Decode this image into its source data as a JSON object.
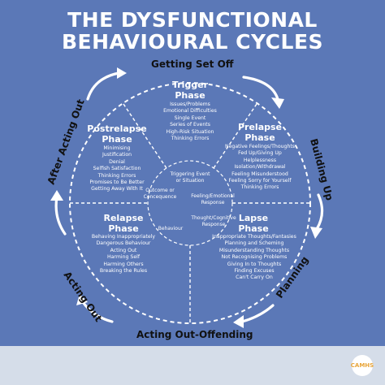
{
  "title": {
    "line1": "THE DYSFUNCTIONAL",
    "line2": "BEHAVIOURAL CYCLES"
  },
  "stages": {
    "top": "Getting Set Off",
    "right_top": "Building Up",
    "right_bottom": "Planning",
    "bottom": "Acting Out-Offending",
    "left_bottom": "Acting Out",
    "left_top": "After Acting Out"
  },
  "phases": {
    "trigger": {
      "title": "Trigger\nPhase",
      "items": [
        "Issues/Problems",
        "Emotional Difficulties",
        "Single Event",
        "Series of Events",
        "High-Risk Situation",
        "Thinking Errors"
      ]
    },
    "prelapse": {
      "title": "Prelapse\nPhase",
      "items": [
        "Negative Feelings/Thoughts",
        "Fed Up/Giving Up",
        "Helplessness",
        "Isolation/Withdrawal",
        "Feeling Misunderstood",
        "Feeling Sorry for Yourself",
        "Thinking Errors"
      ]
    },
    "postrelapse": {
      "title": "Postrelapse\nPhase",
      "items": [
        "Minimising",
        "Justification",
        "Denial",
        "Selfish Satisfaction",
        "Thinking Errors",
        "Promises to Be Better",
        "Getting Away With It"
      ]
    },
    "relapse": {
      "title": "Relapse\nPhase",
      "items": [
        "Behaving Inappropriately",
        "Dangerous Behaviour",
        "Acting Out",
        "Harming Self",
        "Harming Others",
        "Breaking the Rules"
      ]
    },
    "lapse": {
      "title": "Lapse\nPhase",
      "items": [
        "Inappropriate Thoughts/Fantasies",
        "Planning and Scheming",
        "Misunderstanding Thoughts",
        "Not Recognising Problems",
        "Giving In to Thoughts",
        "Finding Excuses",
        "Can't Carry On"
      ]
    }
  },
  "center": {
    "triggering": "Triggering Event\nor Situation",
    "outcome": "Outcome or\nConcequence",
    "feeling": "Feeling/Emotional\nResponse",
    "thought": "Thought/Cognitive\nResponse",
    "behaviour": "Behaviour"
  },
  "logo": {
    "text": "CAMHS"
  },
  "colors": {
    "background": "#5b78b7",
    "footer": "#d5dde9",
    "stage_text": "#111111",
    "line": "#ffffff"
  }
}
